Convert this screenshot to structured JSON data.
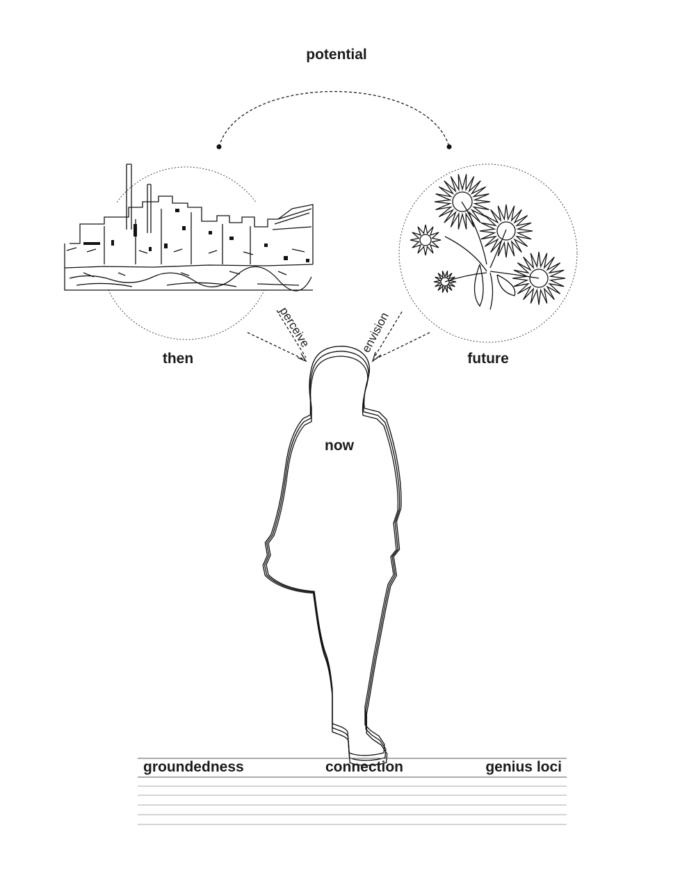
{
  "labels": {
    "potential": "potential",
    "then": "then",
    "future": "future",
    "now": "now",
    "perceive": "perceive",
    "envision": "envision"
  },
  "ground_terms": [
    "groundedness",
    "connection",
    "genius loci"
  ],
  "colors": {
    "ink": "#1a1a1a",
    "background": "#ffffff"
  }
}
